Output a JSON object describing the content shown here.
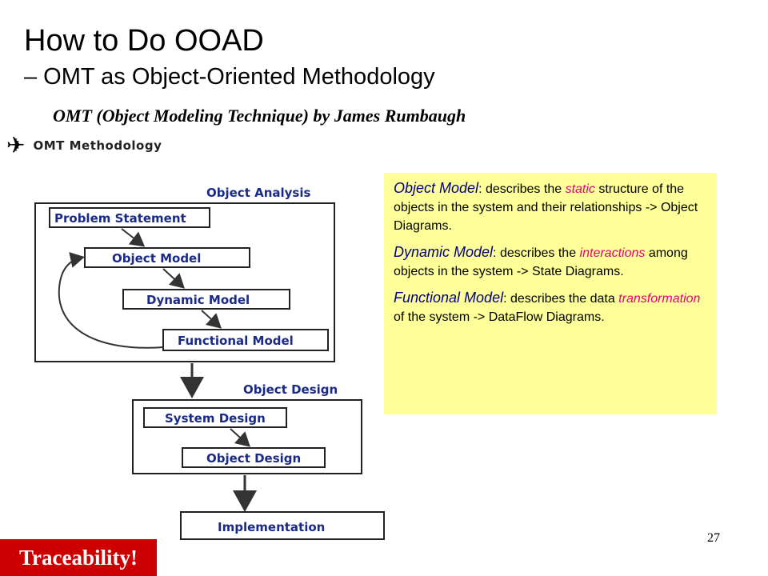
{
  "title": "How to Do OOAD",
  "subtitle": "– OMT as Object-Oriented Methodology",
  "credit": "OMT (Object Modeling Technique) by James Rumbaugh",
  "omt_heading": "OMT Methodology",
  "diagram": {
    "object_analysis": "Object Analysis",
    "problem_statement": "Problem Statement",
    "object_model": "Object Model",
    "dynamic_model": "Dynamic Model",
    "functional_model": "Functional Model",
    "object_design": "Object Design",
    "system_design": "System Design",
    "object_design_step": "Object Design",
    "implementation": "Implementation"
  },
  "info": {
    "object_model_term": "Object Model",
    "object_model_pre": ": describes the ",
    "object_model_hl": "static",
    "object_model_rest": " structure of the objects in the system and their relationships  ->  Object Diagrams.",
    "dynamic_model_term": "Dynamic Model",
    "dynamic_model_pre": ": describes the ",
    "dynamic_model_hl": "interactions",
    "dynamic_model_rest": " among objects in the system  -> State Diagrams.",
    "functional_model_term": "Functional Model",
    "functional_model_pre": ": describes the data ",
    "functional_model_hl": "transformation",
    "functional_model_rest": " of the system -> DataFlow Diagrams."
  },
  "page_number": "27",
  "traceability": "Traceability!",
  "colors": {
    "info_bg": "#ffff99",
    "term": "#000080",
    "highlight": "#e6007e",
    "diagram_text": "#1a2a8a",
    "trace_bg": "#cc0000"
  }
}
